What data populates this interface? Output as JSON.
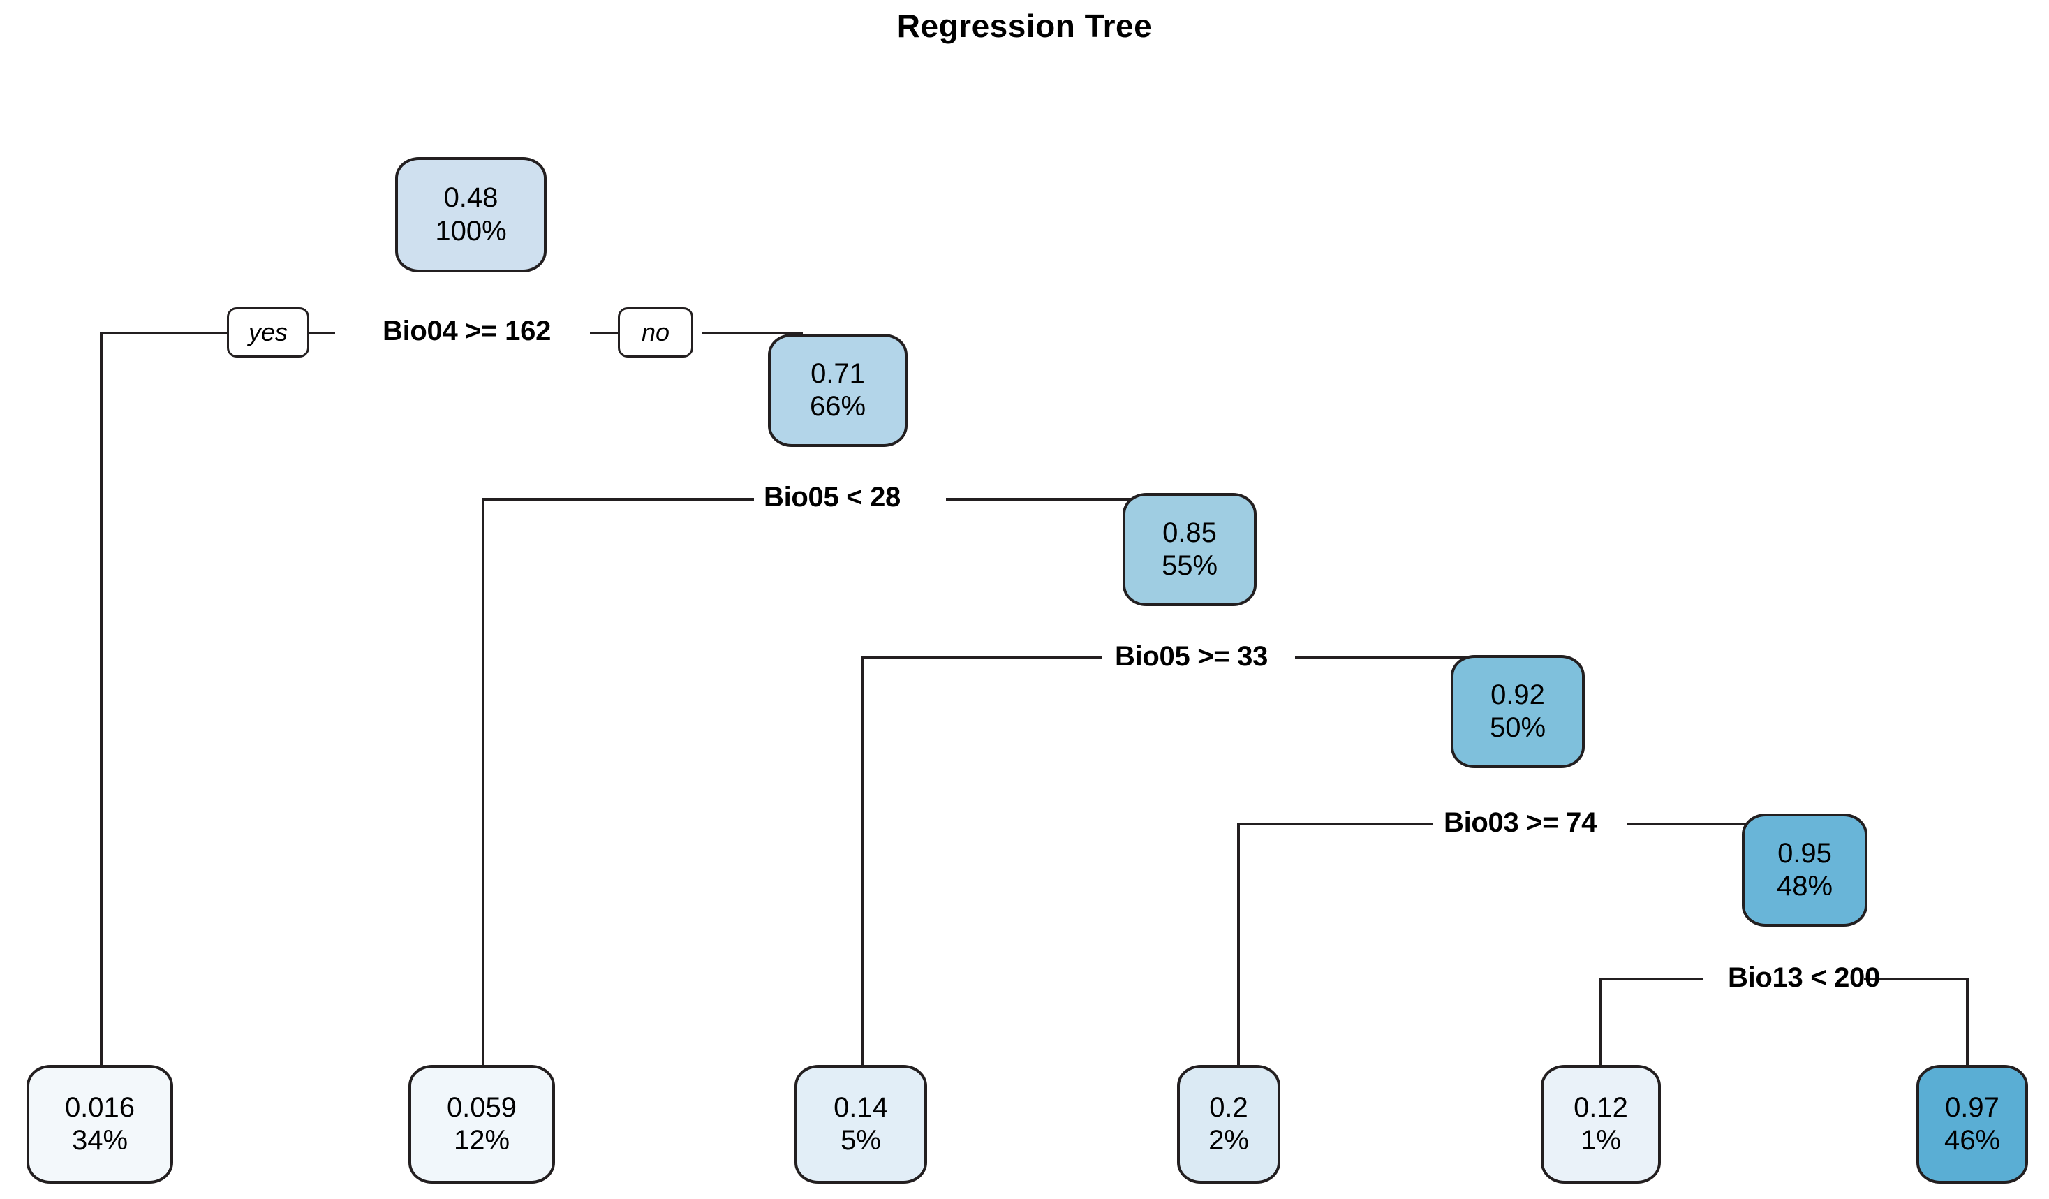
{
  "title": "Regression Tree",
  "chart_data": {
    "type": "tree",
    "title": "Regression Tree",
    "value_format": "fitted value over percent of observations",
    "nodes": [
      {
        "id": "root",
        "value": "0.48",
        "percent": "100%",
        "fill": "#cfe0ef",
        "kind": "internal",
        "depth": 0
      },
      {
        "id": "n2",
        "value": "0.71",
        "percent": "66%",
        "fill": "#b3d5e9",
        "kind": "internal",
        "depth": 1
      },
      {
        "id": "n3",
        "value": "0.85",
        "percent": "55%",
        "fill": "#9fcde2",
        "kind": "internal",
        "depth": 2
      },
      {
        "id": "n4",
        "value": "0.92",
        "percent": "50%",
        "fill": "#7fc0dc",
        "kind": "internal",
        "depth": 3
      },
      {
        "id": "n5",
        "value": "0.95",
        "percent": "48%",
        "fill": "#69b5d8",
        "kind": "internal",
        "depth": 4
      },
      {
        "id": "leaf1",
        "value": "0.016",
        "percent": "34%",
        "fill": "#f3f8fb",
        "kind": "leaf",
        "depth": 5
      },
      {
        "id": "leaf2",
        "value": "0.059",
        "percent": "12%",
        "fill": "#f1f7fb",
        "kind": "leaf",
        "depth": 5
      },
      {
        "id": "leaf3",
        "value": "0.14",
        "percent": "5%",
        "fill": "#e2eef7",
        "kind": "leaf",
        "depth": 5
      },
      {
        "id": "leaf4",
        "value": "0.2",
        "percent": "2%",
        "fill": "#dbeaf4",
        "kind": "leaf",
        "depth": 5
      },
      {
        "id": "leaf5",
        "value": "0.12",
        "percent": "1%",
        "fill": "#eaf2f9",
        "kind": "leaf",
        "depth": 5
      },
      {
        "id": "leaf6",
        "value": "0.97",
        "percent": "46%",
        "fill": "#5aaed4",
        "kind": "leaf",
        "depth": 5
      }
    ],
    "splits": [
      {
        "id": "s1",
        "label": "Bio04 >= 162",
        "parent": "root",
        "yes_child": "leaf1",
        "no_child": "n2"
      },
      {
        "id": "s2",
        "label": "Bio05 < 28",
        "parent": "n2",
        "yes_child": "leaf2",
        "no_child": "n3"
      },
      {
        "id": "s3",
        "label": "Bio05 >= 33",
        "parent": "n3",
        "yes_child": "leaf3",
        "no_child": "n4"
      },
      {
        "id": "s4",
        "label": "Bio03 >= 74",
        "parent": "n4",
        "yes_child": "leaf4",
        "no_child": "n5"
      },
      {
        "id": "s5",
        "label": "Bio13 < 200",
        "parent": "n5",
        "yes_child": "leaf5",
        "no_child": "leaf6"
      }
    ],
    "branch_badges": {
      "yes": "yes",
      "no": "no"
    },
    "colors": {
      "stroke": "#231f20",
      "background": "#ffffff",
      "text": "#000000",
      "low_value": "#f3f8fb",
      "high_value": "#5aaed4"
    }
  }
}
